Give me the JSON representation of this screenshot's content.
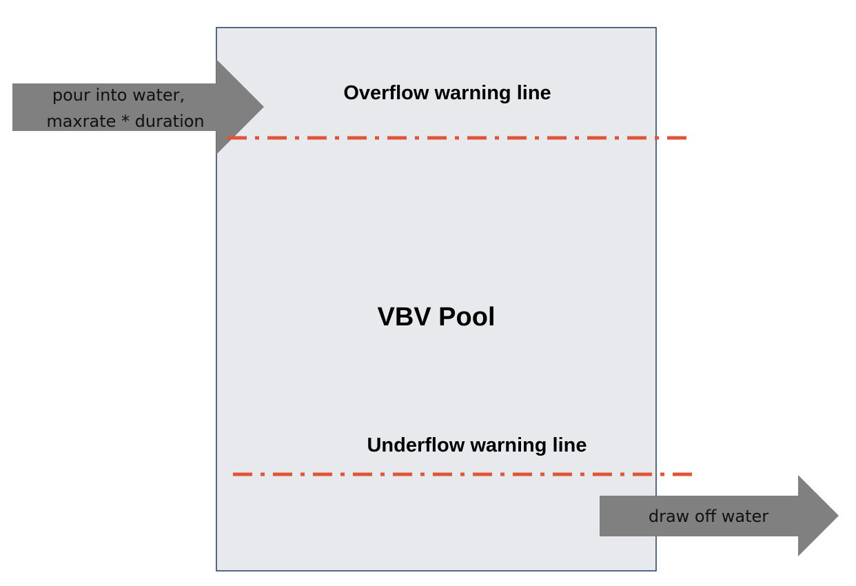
{
  "pool": {
    "title": "VBV Pool",
    "fill_color": "#e8e9ec",
    "border_color": "#1f3864"
  },
  "overflow_line": {
    "label": "Overflow warning line",
    "color": "#e0553a"
  },
  "underflow_line": {
    "label": "Underflow warning line",
    "color": "#e0553a"
  },
  "inflow_arrow": {
    "line1": "pour into water,",
    "line2": "maxrate * duration",
    "color": "#808080"
  },
  "outflow_arrow": {
    "label": "draw off water",
    "color": "#808080"
  }
}
